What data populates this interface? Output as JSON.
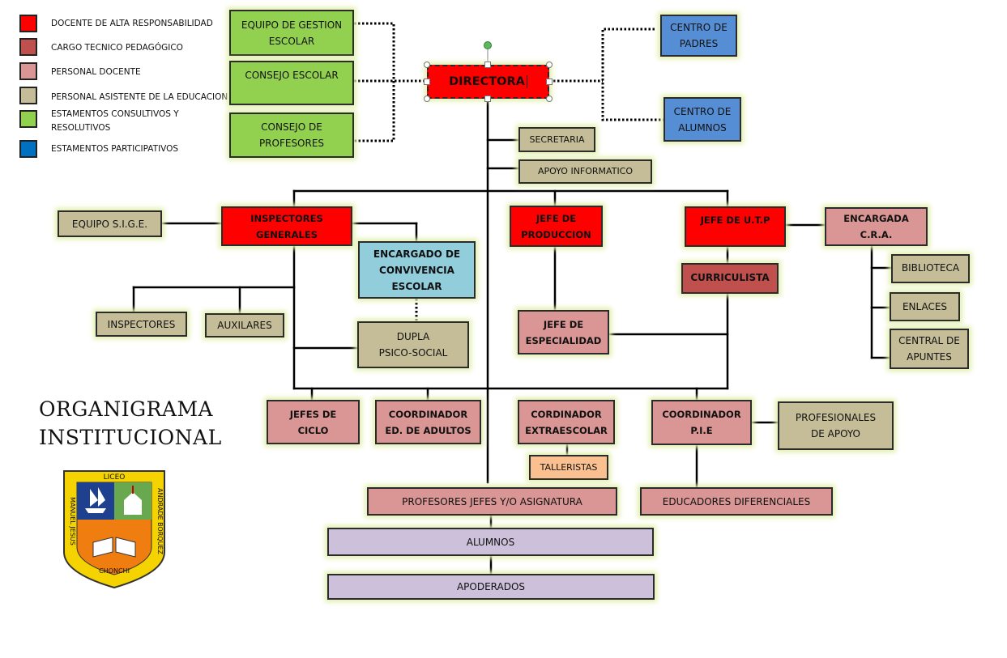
{
  "legend": [
    {
      "color": "#ff0000",
      "label": "DOCENTE DE ALTA RESPONSABILIDAD"
    },
    {
      "color": "#c0504d",
      "label": "CARGO TECNICO PEDAGÓGICO"
    },
    {
      "color": "#d99694",
      "label": "PERSONAL DOCENTE"
    },
    {
      "color": "#c4bd97",
      "label": "PERSONAL ASISTENTE DE LA EDUCACION"
    },
    {
      "color": "#92d050",
      "label": "ESTAMENTOS CONSULTIVOS Y\nRESOLUTIVOS"
    },
    {
      "color": "#0070c0",
      "label": "ESTAMENTOS PARTICIPATIVOS"
    }
  ],
  "title": "ORGANIGRAMA\nINSTITUCIONAL",
  "logo": {
    "top_text": "LICEO",
    "left_text": "MANUEL JESUS",
    "right_text": "ANDRADE BORQUEZ",
    "bottom_text": "CHONCHI"
  },
  "nodes": {
    "directora": "DIRECTORA",
    "equipo_gestion": "EQUIPO DE GESTION\nESCOLAR",
    "consejo_escolar": "CONSEJO ESCOLAR",
    "consejo_profesores": "CONSEJO DE\nPROFESORES",
    "centro_padres": "CENTRO DE\nPADRES",
    "centro_alumnos": "CENTRO DE\nALUMNOS",
    "secretaria": "SECRETARIA",
    "apoyo_informatico": "APOYO INFORMATICO",
    "equipo_sige": "EQUIPO S.I.G.E.",
    "inspectores_generales": "INSPECTORES\nGENERALES",
    "jefe_produccion": "JEFE DE\nPRODUCCION",
    "jefe_utp": "JEFE DE U.T.P",
    "encargada_cra": "ENCARGADA\nC.R.A.",
    "encargado_convivencia": "ENCARGADO DE\nCONVIVENCIA\nESCOLAR",
    "curriculista": "CURRICULISTA",
    "biblioteca": "BIBLIOTECA",
    "enlaces": "ENLACES",
    "central_apuntes": "CENTRAL DE\nAPUNTES",
    "inspectores": "INSPECTORES",
    "auxilares": "AUXILARES",
    "dupla": "DUPLA\nPSICO-SOCIAL",
    "jefe_especialidad": "JEFE DE\nESPECIALIDAD",
    "jefes_ciclo": "JEFES DE\nCICLO",
    "coordinador_adultos": "COORDINADOR\nED. DE ADULTOS",
    "cordinador_extraescolar": "CORDINADOR\nEXTRAESCOLAR",
    "coordinador_pie": "COORDINADOR\nP.I.E",
    "profesionales_apoyo": "PROFESIONALES\nDE APOYO",
    "talleristas": "TALLERISTAS",
    "profesores_jefes": "PROFESORES JEFES Y/O ASIGNATURA",
    "educadores_diferenciales": "EDUCADORES DIFERENCIALES",
    "alumnos": "ALUMNOS",
    "apoderados": "APODERADOS"
  }
}
